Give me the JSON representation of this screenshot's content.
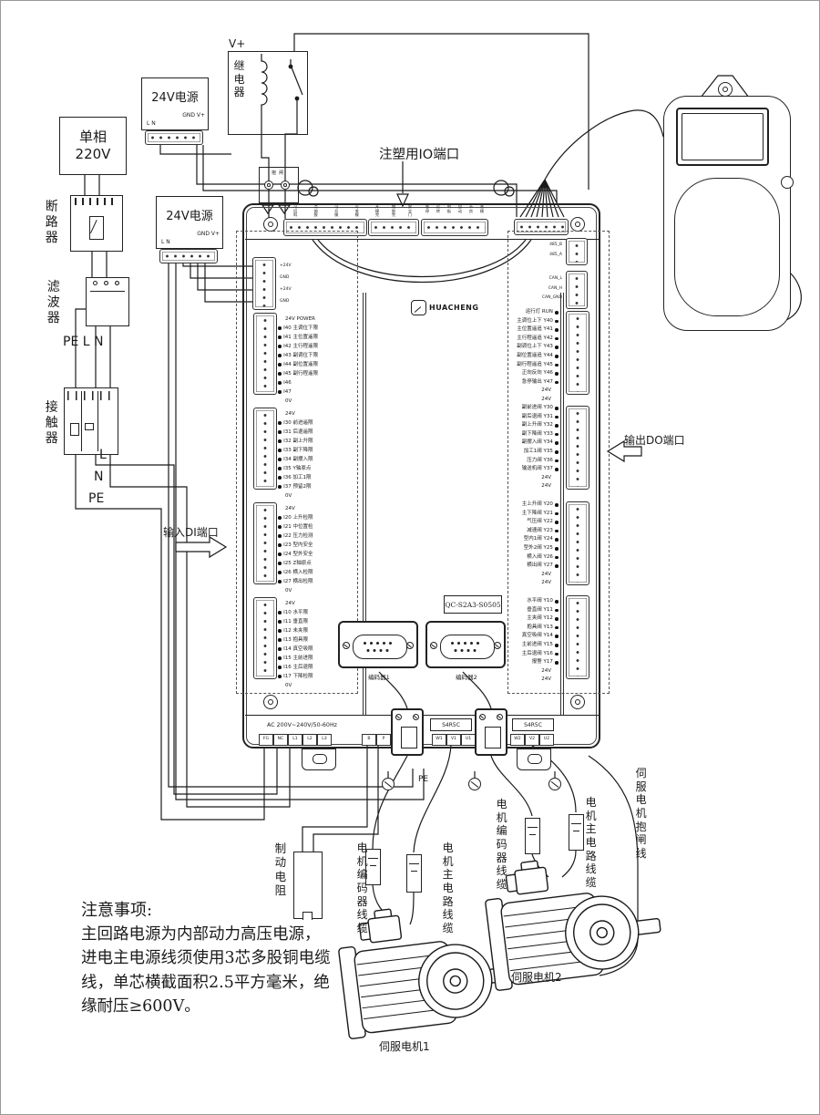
{
  "left_chain": {
    "mains_line1": "单相",
    "mains_line2": "220V",
    "breaker": "断路器",
    "filter": "滤波器",
    "pe_l_n": "PE L N",
    "contactor": "接触器",
    "l": "L",
    "n": "N",
    "pe": "PE"
  },
  "psu": {
    "title": "24V电源",
    "out_label": "GND V+",
    "in_label": "L N"
  },
  "relay": {
    "supply": "V+",
    "label": "继电器"
  },
  "ports": {
    "io": "注塑用IO端口",
    "di": "输入DI端口",
    "do": "输出DO端口"
  },
  "board": {
    "brand": "HUACHENG",
    "model": "QC-S2A3-S0505",
    "brake_conn": "抱闸",
    "encoder1": "编码器1",
    "encoder2": "编码器2",
    "ac_rating": "AC 200V~240V/50-60Hz",
    "left_pins": [
      "+24V",
      "GND",
      "+24V",
      "GND"
    ],
    "comm_pins": [
      "485_B",
      "485_A"
    ],
    "can_pins": [
      "CAN_L",
      "CAN_H",
      "CAN_GND"
    ],
    "io_strip1": [
      "可回料",
      "点熔胶",
      "可开模",
      "可关模"
    ],
    "io_strip2": [
      "开模完",
      "熔胶完",
      "安全门"
    ],
    "io_strip3": [
      "急停",
      "运转",
      "中板",
      "自动",
      "不良",
      "合模"
    ],
    "di_groups": [
      {
        "rows": [
          "24V POWER",
          "I40 主调位下限",
          "I41 主位置遥限",
          "I42 主行程遥限",
          "I43 副调位下限",
          "I44 副位置遥限",
          "I45 副行程遥限",
          "I46",
          "I47",
          "0V"
        ]
      },
      {
        "rows": [
          "24V",
          "I30 前进遥限",
          "I31 后退遥限",
          "I32 副上升限",
          "I33 副下降限",
          "I34 副摆入限",
          "I35 Y轴原点",
          "I36 加工1限",
          "I37 预留2限",
          "0V"
        ]
      },
      {
        "rows": [
          "24V",
          "I20 上升检限",
          "I21 中位置检",
          "I22 压力检测",
          "I23 型内安全",
          "I24 型外安全",
          "I25 Z轴原点",
          "I26 横入检限",
          "I27 横出检限",
          "0V"
        ]
      },
      {
        "rows": [
          "24V",
          "I10 水平限",
          "I11 垂直限",
          "I12 未夹限",
          "I13 抱具限",
          "I14 真空吸限",
          "I15 主前进限",
          "I16 主后退限",
          "I17 下降检限",
          "0V"
        ]
      }
    ],
    "do_groups": [
      {
        "rows": [
          "运行灯 RUN",
          "主调位上下 Y40",
          "主位置遥追 Y41",
          "主行程遥追 Y42",
          "副调位上下 Y43",
          "副位置遥追 Y44",
          "副行程遥追 Y45",
          "正向反向 Y46",
          "急停输出 Y47",
          "24V",
          "24V"
        ]
      },
      {
        "rows": [
          "副前进阀 Y30",
          "副后退阀 Y31",
          "副上升阀 Y32",
          "副下降阀 Y33",
          "副摆入阀 Y34",
          "加工1阀 Y35",
          "压力阀 Y36",
          "输送机阀 Y37",
          "24V",
          "24V"
        ]
      },
      {
        "rows": [
          "主上升阀 Y20",
          "主下降阀 Y21",
          "气压阀 Y22",
          "减速阀 Y23",
          "型内1阀 Y24",
          "型外2阀 Y25",
          "横入阀 Y26",
          "横出阀 Y27",
          "24V",
          "24V"
        ]
      },
      {
        "rows": [
          "水平阀 Y10",
          "垂直阀 Y11",
          "主夹阀 Y12",
          "抱具阀 Y13",
          "真空吸阀 Y14",
          "主前进阀 Y15",
          "主后退阀 Y16",
          "报警 Y17",
          "24V",
          "24V"
        ]
      }
    ],
    "ac_cells": [
      "FG",
      "NC",
      "L1",
      "L2",
      "L3"
    ],
    "bp_cells": [
      "B",
      "P"
    ],
    "m1_cells": [
      "W1",
      "V1",
      "U1"
    ],
    "m2_cells": [
      "W2",
      "V2",
      "U2"
    ],
    "drive_label1": "S4R5C",
    "drive_label2": "S4R5C",
    "pe_bottom": "PE"
  },
  "bottom": {
    "brake_resistor": "制动电阻",
    "enc_cable1": "电机编码器线缆",
    "pwr_cable1": "电机主电路线缆",
    "enc_cable2": "电机编码器线缆",
    "pwr_cable2": "电机主电路线缆",
    "servo_brake_line": "伺服电机抱闸线",
    "motor1": "伺服电机1",
    "motor2": "伺服电机2"
  },
  "notes": {
    "title": "注意事项:",
    "lines": [
      "主回路电源为内部动力高压电源，",
      "进电主电源线须使用3芯多股铜电缆",
      "线，单芯横截面积2.5平方毫米，绝",
      "缘耐压≥600V。"
    ]
  }
}
